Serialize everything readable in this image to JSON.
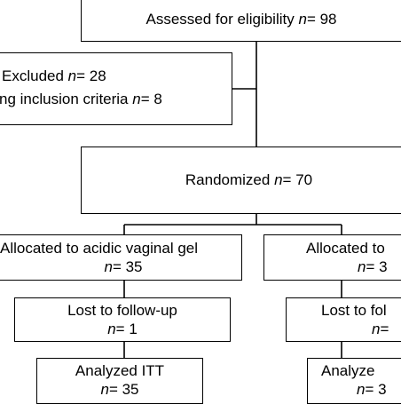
{
  "assessed": {
    "label": "Assessed for eligibility",
    "n_symbol": "n",
    "n_value": "= 98"
  },
  "excluded": {
    "line1_label": "Excluded",
    "line1_n_symbol": "n",
    "line1_n_value": "= 28",
    "line2_label": "ng inclusion criteria",
    "line2_n_symbol": "n",
    "line2_n_value": "= 8"
  },
  "randomized": {
    "label": "Randomized",
    "n_symbol": "n",
    "n_value": "= 70"
  },
  "left_arm": {
    "allocated": {
      "label": "Allocated to acidic vaginal gel",
      "n_symbol": "n",
      "n_value": "= 35"
    },
    "lost": {
      "label": "Lost to follow-up",
      "n_symbol": "n",
      "n_value": "= 1"
    },
    "analyzed": {
      "label": "Analyzed ITT",
      "n_symbol": "n",
      "n_value": "= 35"
    }
  },
  "right_arm": {
    "allocated": {
      "label": "Allocated to",
      "n_symbol": "n",
      "n_value": "= 3"
    },
    "lost": {
      "label": "Lost to fol",
      "n_symbol": "n",
      "n_value": "="
    },
    "analyzed": {
      "label": "Analyze",
      "n_symbol": "n",
      "n_value": "= 3"
    }
  }
}
